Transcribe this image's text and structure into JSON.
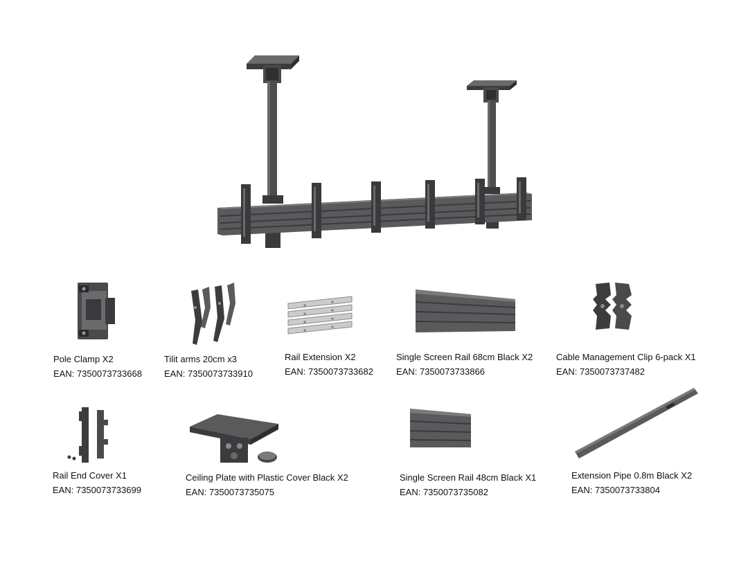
{
  "colors": {
    "metal_dark": "#3c3c3e",
    "metal_mid": "#58585b",
    "metal_light": "#7a7a7d",
    "silver": "#c9cbcd",
    "text": "#111111",
    "background": "#ffffff"
  },
  "hero": {
    "icon": "ceiling-mount-assembly"
  },
  "parts": [
    {
      "name": "Pole Clamp X2",
      "ean": "EAN: 7350073733668",
      "icon": "pole-clamp"
    },
    {
      "name": "Tilit arms 20cm x3",
      "ean": "EAN: 7350073733910",
      "icon": "tilt-arms"
    },
    {
      "name": "Rail Extension X2",
      "ean": "EAN: 7350073733682",
      "icon": "rail-extension"
    },
    {
      "name": "Single Screen Rail 68cm Black X2",
      "ean": "EAN: 7350073733866",
      "icon": "screen-rail-68"
    },
    {
      "name": "Cable Management Clip 6-pack X1",
      "ean": "EAN: 7350073737482",
      "icon": "cable-clip"
    },
    {
      "name": "Rail End Cover X1",
      "ean": "EAN: 7350073733699",
      "icon": "rail-end-cover"
    },
    {
      "name": "Ceiling Plate with Plastic Cover Black X2",
      "ean": "EAN: 7350073735075",
      "icon": "ceiling-plate"
    },
    {
      "name": "Single Screen Rail 48cm Black X1",
      "ean": "EAN: 7350073735082",
      "icon": "screen-rail-48"
    },
    {
      "name": "Extension Pipe 0.8m Black X2",
      "ean": "EAN: 7350073733804",
      "icon": "extension-pipe"
    }
  ]
}
